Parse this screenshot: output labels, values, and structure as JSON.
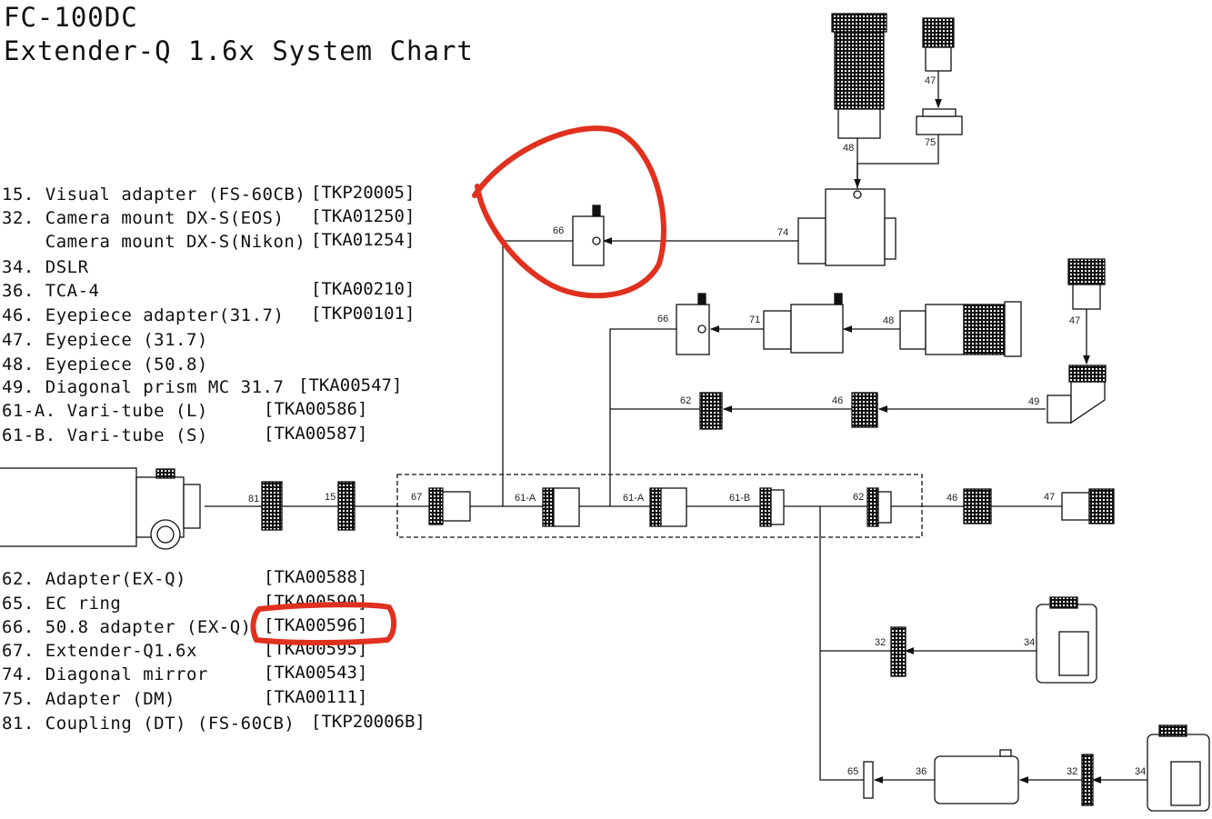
{
  "title": {
    "line1": "FC-100DC",
    "line2": "Extender-Q 1.6x System Chart"
  },
  "parts_top": [
    {
      "label": "15. Visual adapter (FS-60CB)",
      "code": "[TKP20005]"
    },
    {
      "label": "32. Camera mount DX-S(EOS)",
      "code": "[TKA01250]"
    },
    {
      "label": "    Camera mount DX-S(Nikon)",
      "code": "[TKA01254]"
    },
    {
      "label": "34. DSLR",
      "code": ""
    },
    {
      "label": "36. TCA-4",
      "code": "[TKA00210]"
    },
    {
      "label": "46. Eyepiece adapter(31.7)",
      "code": "[TKP00101]"
    },
    {
      "label": "47. Eyepiece (31.7)",
      "code": ""
    },
    {
      "label": "48. Eyepiece (50.8)",
      "code": ""
    },
    {
      "label": "49. Diagonal prism MC 31.7",
      "code": "[TKA00547]"
    },
    {
      "label": "61-A. Vari-tube (L)",
      "code": "[TKA00586]"
    },
    {
      "label": "61-B. Vari-tube (S)",
      "code": "[TKA00587]"
    }
  ],
  "parts_bottom": [
    {
      "label": "62. Adapter(EX-Q)",
      "code": "[TKA00588]"
    },
    {
      "label": "65. EC ring",
      "code": "[TKA00590]"
    },
    {
      "label": "66. 50.8 adapter (EX-Q)",
      "code": "[TKA00596]"
    },
    {
      "label": "67. Extender-Q1.6x",
      "code": "[TKA00595]"
    },
    {
      "label": "74. Diagonal mirror",
      "code": "[TKA00543]"
    },
    {
      "label": "75. Adapter (DM)",
      "code": "[TKA00111]"
    },
    {
      "label": "81. Coupling (DT) (FS-60CB)",
      "code": "[TKP20006B]"
    }
  ],
  "diagram_labels": {
    "c81": "81",
    "c15": "15",
    "c67": "67",
    "c61a1": "61-A",
    "c61a2": "61-A",
    "c61b": "61-B",
    "c62": "62",
    "c46r": "46",
    "c47r": "47",
    "c66top": "66",
    "c74": "74",
    "c48top": "48",
    "c75": "75",
    "c47top": "47",
    "c66mid": "66",
    "c71": "71",
    "c48mid": "48",
    "c47mid": "47",
    "c62mid": "62",
    "c46mid": "46",
    "c49": "49",
    "c32a": "32",
    "c34a": "34",
    "c65": "65",
    "c36": "36",
    "c32b": "32",
    "c34b": "34"
  },
  "colors": {
    "annotation": "#e0301e",
    "line": "#111111"
  }
}
